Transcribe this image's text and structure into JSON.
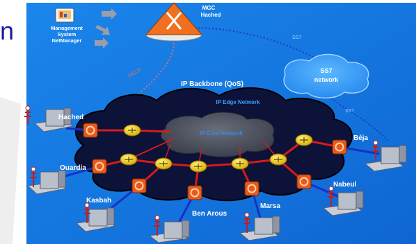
{
  "edge_letter": "n",
  "management": {
    "line1": "Management",
    "line2": "System",
    "line3": "NetManager"
  },
  "mgc": {
    "line1": "MGC",
    "line2": "Hached"
  },
  "links": {
    "ss7_a": "SS7",
    "ss7_b": "SS7",
    "mgcp": "MGCP"
  },
  "ss7_network": {
    "line1": "SS7",
    "line2": "network"
  },
  "networks": {
    "backbone": "IP Backbone (QoS)",
    "edge": "IP Edge Network",
    "core": "IP Core Network"
  },
  "sites": {
    "hached": "Hached",
    "ouardia": "Ouardia",
    "kasbah": "Kasbah",
    "ben_arous": "Ben Arous",
    "marsa": "Marsa",
    "nabeul": "Nabeul",
    "beja": "Béja"
  },
  "colors": {
    "background": "#1678e0",
    "cloud_dark": "#0e1540",
    "cloud_core": "#4a4e5c",
    "router": "#f2d21a",
    "gateway": "#e85a1a",
    "link_red": "#d81a1a",
    "link_blue": "#1630c8",
    "text": "#ffffff"
  }
}
